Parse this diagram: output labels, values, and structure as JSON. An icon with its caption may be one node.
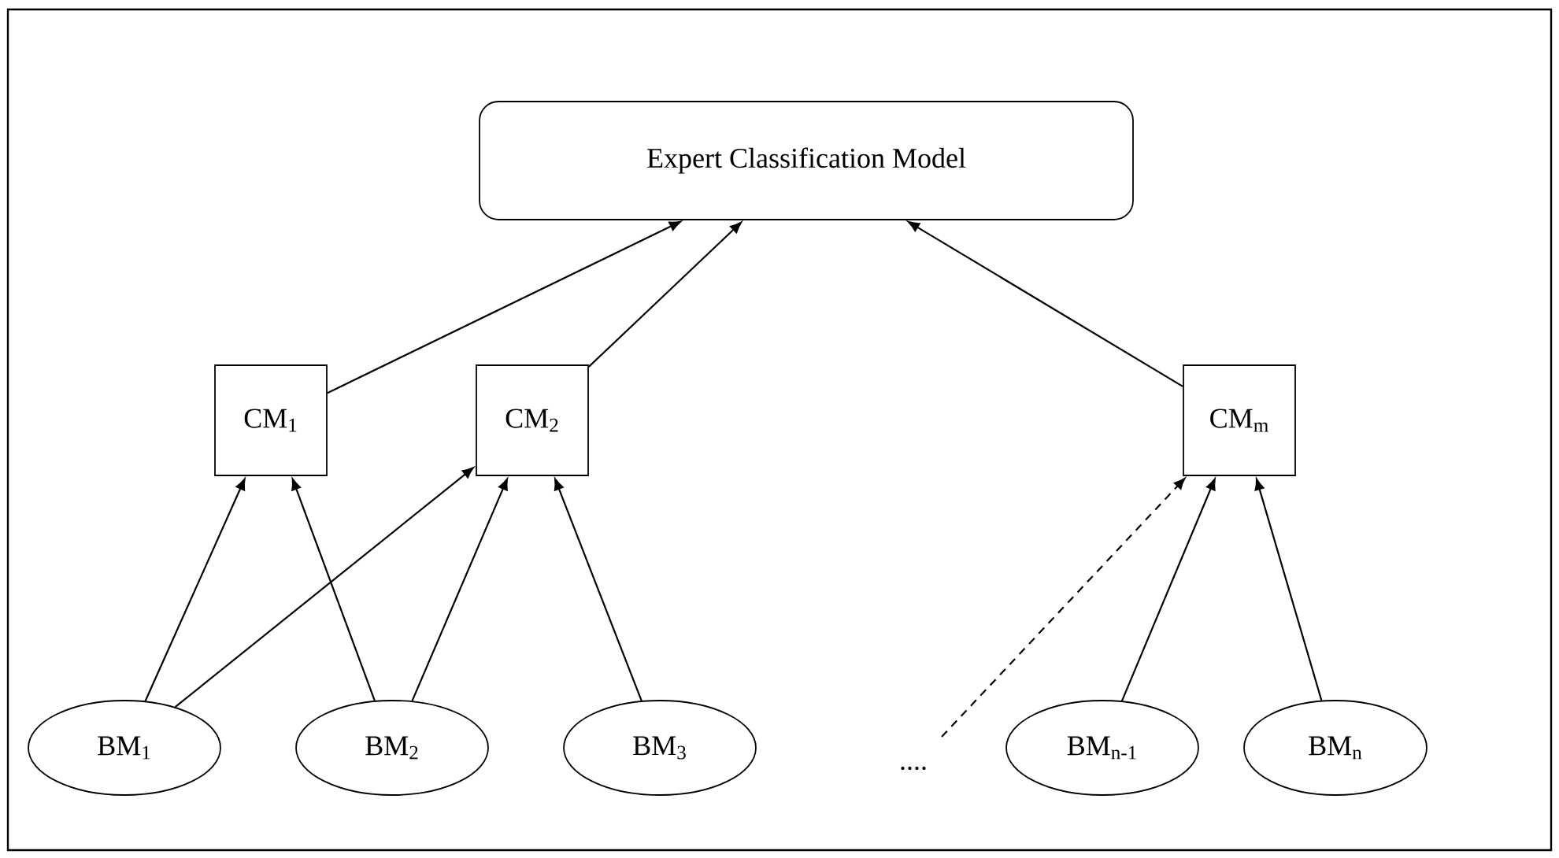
{
  "diagram": {
    "nodes": [
      {
        "text": [
          "Expert Classification Model"
        ]
      },
      {
        "text": [
          "CM$_{1}$"
        ]
      },
      {
        "text": [
          "CM$_{2}$"
        ]
      },
      {
        "text": [
          "CM$_{m}$"
        ]
      },
      {
        "text": [
          "BM$_{1}$"
        ]
      },
      {
        "text": [
          "BM$_{2}$"
        ]
      },
      {
        "text": [
          "BM$_{3}$"
        ]
      },
      {
        "text": [
          "BM$_{n-1}$"
        ]
      },
      {
        "text": [
          "BM$_{n}$"
        ]
      }
    ],
    "edges": [
      {
        "from": 1,
        "to": 0,
        "arrow": "to"
      },
      {
        "from": 2,
        "to": 0,
        "arrow": "to"
      },
      {
        "from": 3,
        "to": 0,
        "arrow": "to"
      },
      {
        "from": 4,
        "to": 1,
        "arrow": "to"
      },
      {
        "from": 4,
        "to": 2,
        "arrow": "to"
      },
      {
        "from": 5,
        "to": 1,
        "arrow": "to"
      },
      {
        "from": 5,
        "to": 2,
        "arrow": "to"
      },
      {
        "from": 6,
        "to": 2,
        "arrow": "to"
      },
      {
        "from": null,
        "to": 3,
        "arrow": "to",
        "style": "dashed"
      },
      {
        "from": 7,
        "to": 3,
        "arrow": "to"
      },
      {
        "from": 8,
        "to": 3,
        "arrow": "to"
      }
    ],
    "labels": [
      "...."
    ]
  }
}
